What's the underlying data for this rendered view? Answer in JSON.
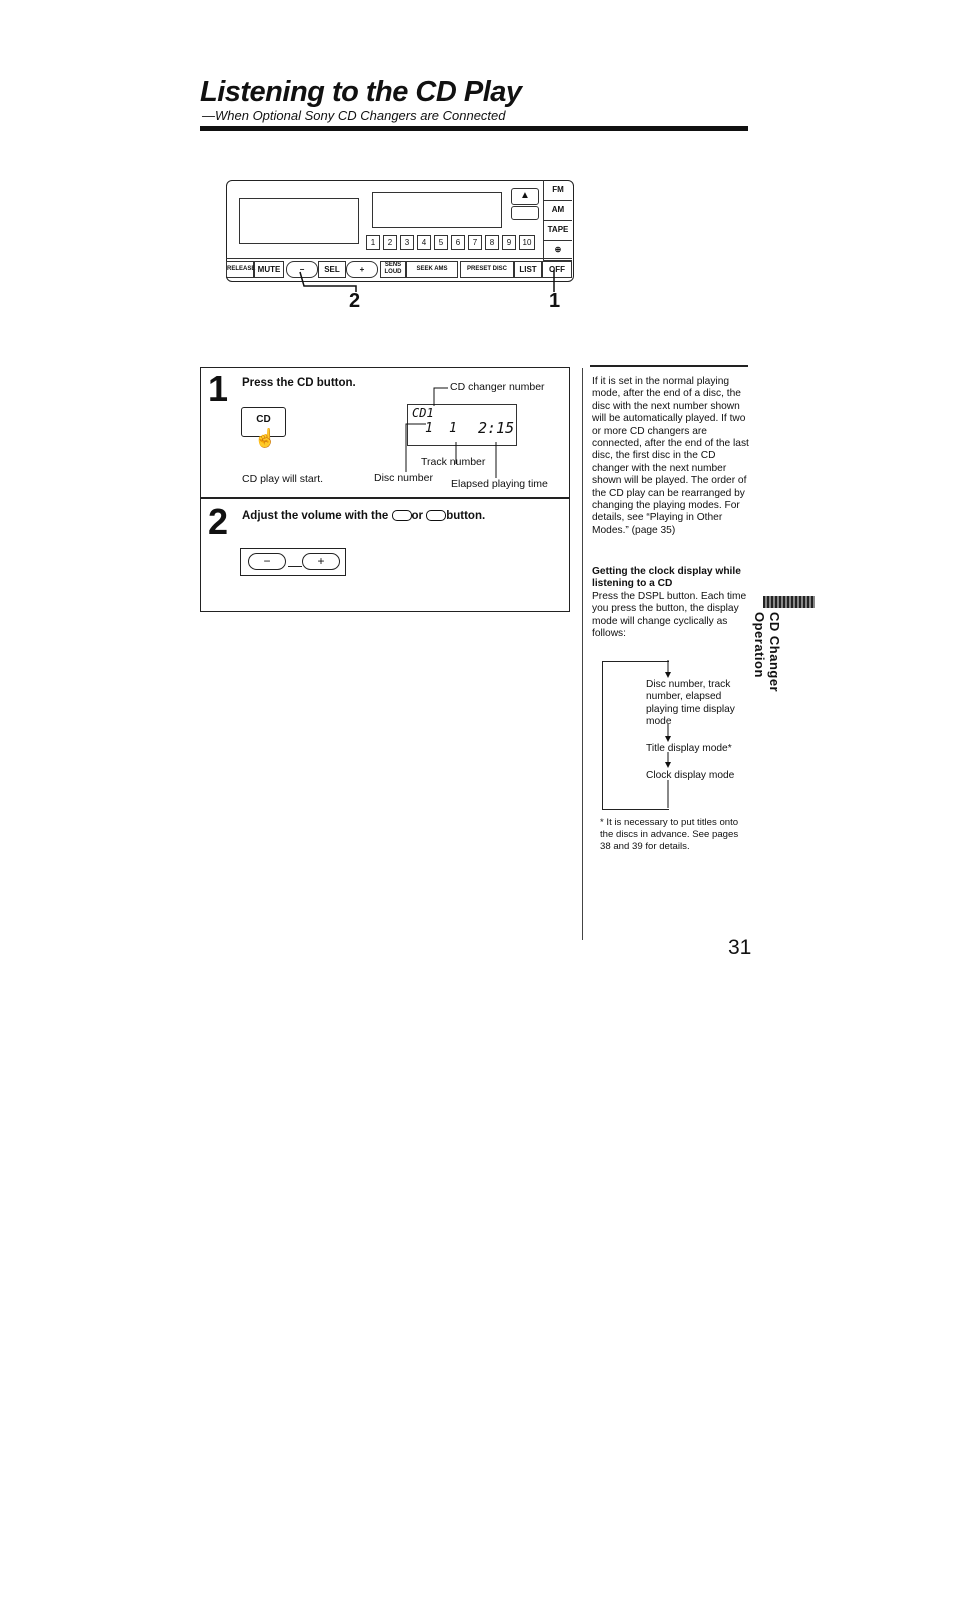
{
  "header": {
    "title": "Listening to the CD Play",
    "subtitle": "—When Optional Sony CD Changers are Connected"
  },
  "device": {
    "side_buttons": [
      "FM",
      "AM",
      "TAPE"
    ],
    "off_label": "OFF",
    "number_buttons": [
      "1",
      "2",
      "3",
      "4",
      "5",
      "6",
      "7",
      "8",
      "9",
      "10"
    ],
    "bottom_buttons": {
      "release": "RELEASE",
      "mute": "MUTE",
      "sel": "SEL",
      "sens": "SENS LOUD",
      "seek": "SEEK AMS",
      "preset": "PRESET DISC",
      "list": "LIST"
    },
    "callout_1": "1",
    "callout_2": "2"
  },
  "step1": {
    "number": "1",
    "title": "Press the CD button.",
    "button_label": "CD",
    "caption": "CD play will start.",
    "labels": {
      "changer": "CD changer number",
      "track": "Track number",
      "disc": "Disc number",
      "elapsed": "Elapsed playing time"
    },
    "display": {
      "changer": "CD1",
      "disc": "1",
      "track": "1",
      "time": "2:15"
    }
  },
  "step2": {
    "number": "2",
    "title_pre": "Adjust the volume with the",
    "title_mid": "or",
    "title_post": "button.",
    "minus": "−",
    "plus": "+"
  },
  "right": {
    "body": "If it is set in the normal playing mode, after the end of a disc, the disc with the next number shown will be automatically played. If two or more CD changers are connected, after the end of the last disc, the first disc in the CD changer with the next number shown will be played. The order of the CD play can be rearranged by changing the playing modes. For details, see “Playing in Other Modes.” (page 35)",
    "clock_heading": "Getting the clock display while listening to a CD",
    "clock_body": "Press the DSPL button. Each time you press the button, the display mode will change cyclically as follows:",
    "flow": [
      "Disc number, track number, elapsed playing time display mode",
      "Title display mode*",
      "Clock display mode"
    ],
    "footnote": "* It is necessary to put titles onto the discs in advance. See pages 38 and 39 for details."
  },
  "page_number": "31",
  "side_label": "CD Changer Operation"
}
